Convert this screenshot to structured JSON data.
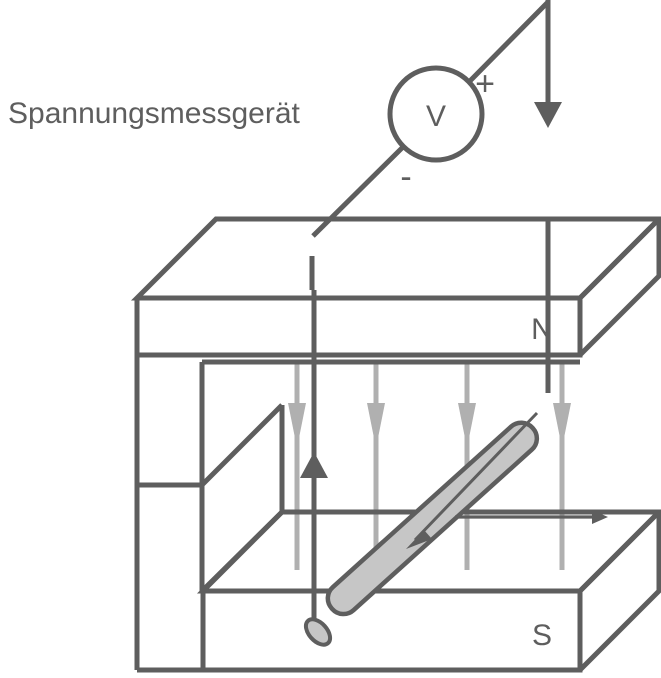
{
  "diagram": {
    "title_label": "Spannungsmessgerät",
    "meter": {
      "symbol": "V",
      "terminal_plus": "+",
      "terminal_minus": "-",
      "name": "voltmeter"
    },
    "magnet": {
      "north_pole_label": "N",
      "south_pole_label": "S"
    },
    "colors": {
      "outline": "#5e5e5e",
      "field_line": "#b0b0b0",
      "rod_fill": "#c6c6c6",
      "background": "#ffffff"
    },
    "annotations": {
      "field_arrow_count": 4,
      "field_direction": "downward",
      "rod_current_direction": "down-left",
      "velocity_direction": "right",
      "wire_current_direction": "up"
    }
  }
}
